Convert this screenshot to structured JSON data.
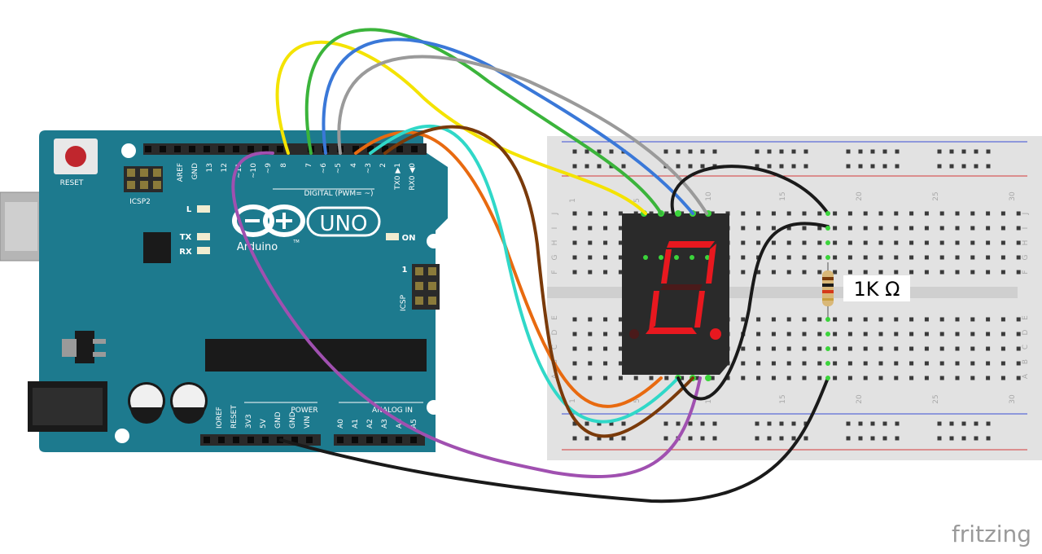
{
  "board": {
    "reset_label": "RESET",
    "icsp2_label": "ICSP2",
    "icsp_label": "ICSP",
    "icsp_pin1": "1",
    "led_l_label": "L",
    "led_tx_label": "TX",
    "led_rx_label": "RX",
    "on_label": "ON",
    "uno_label": "UNO",
    "brand_label": "Arduino",
    "tm": "TM",
    "digital_label": "DIGITAL (PWM= ~)",
    "power_label": "POWER",
    "analog_label": "ANALOG IN",
    "digital_pins": [
      "AREF",
      "GND",
      "13",
      "12",
      "~11",
      "~10",
      "~9",
      "8",
      "7",
      "~6",
      "~5",
      "4",
      "~3",
      "2",
      "TX0 ▶1",
      "RX0 ◀0"
    ],
    "power_pins": [
      "IOREF",
      "RESET",
      "3V3",
      "5V",
      "GND",
      "GND",
      "VIN"
    ],
    "analog_pins": [
      "A0",
      "A1",
      "A2",
      "A3",
      "A4",
      "A5"
    ]
  },
  "breadboard": {
    "column_numbers_top": [
      "1",
      "5",
      "10",
      "15",
      "20",
      "25",
      "30"
    ],
    "column_numbers_bottom": [
      "1",
      "5",
      "10",
      "15",
      "20",
      "25",
      "30"
    ],
    "row_letters_top": [
      "J",
      "I",
      "H",
      "G",
      "F"
    ],
    "row_letters_bottom": [
      "E",
      "D",
      "C",
      "B",
      "A"
    ]
  },
  "resistor": {
    "label": "1K Ω"
  },
  "watermark": {
    "text": "fritzing"
  },
  "colors": {
    "board": "#1d7a8e",
    "header": "#2a2a2a",
    "breadboard": "#e2e2e2",
    "rail_red": "#d43a3a",
    "rail_blue": "#3a4ed4",
    "segment_on": "#e8181f",
    "wire_yellow": "#f4e300",
    "wire_green": "#3bb43b",
    "wire_blue": "#3a78d8",
    "wire_gray": "#9a9a9a",
    "wire_orange": "#e86a10",
    "wire_cyan": "#30d8c8",
    "wire_brown": "#7a3a0a",
    "wire_purple": "#a050b0",
    "wire_black": "#1a1a1a"
  }
}
